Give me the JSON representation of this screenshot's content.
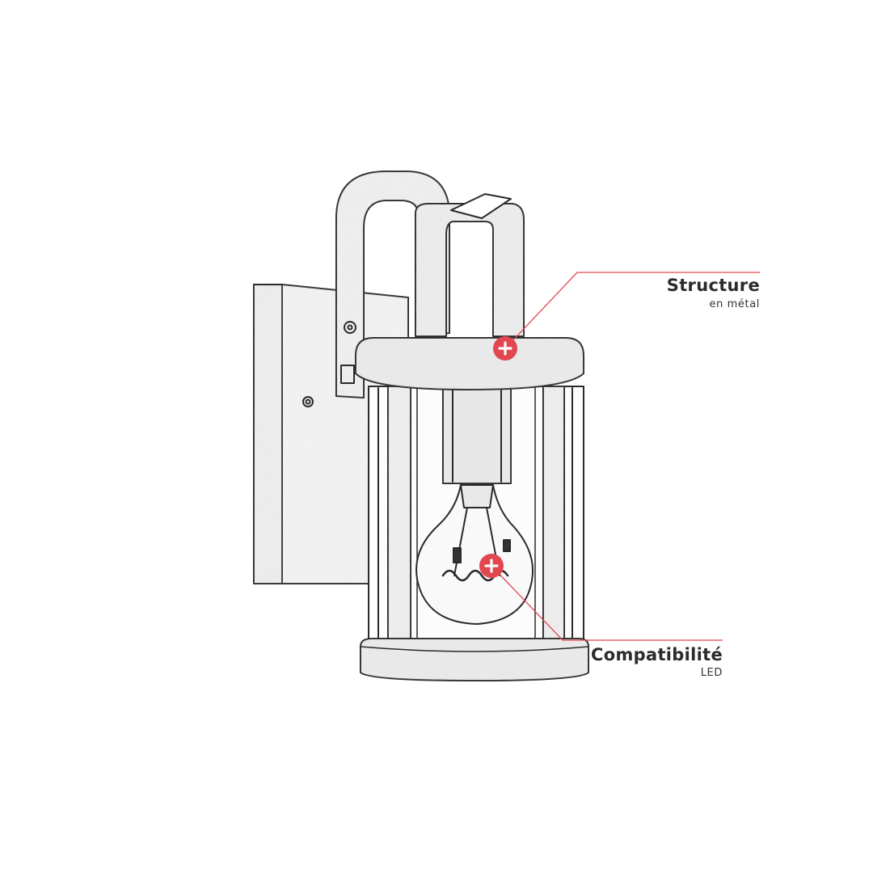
{
  "colors": {
    "accent": "#e2474f",
    "line_art": "#2a2a2a",
    "background": "#ffffff"
  },
  "image": {
    "subject_icon": "wall-lantern-sketch"
  },
  "callouts": [
    {
      "title": "Structure",
      "subtitle": "en métal",
      "icon": "plus-icon"
    },
    {
      "title": "Compatibilité",
      "subtitle": "LED",
      "icon": "plus-icon"
    }
  ]
}
